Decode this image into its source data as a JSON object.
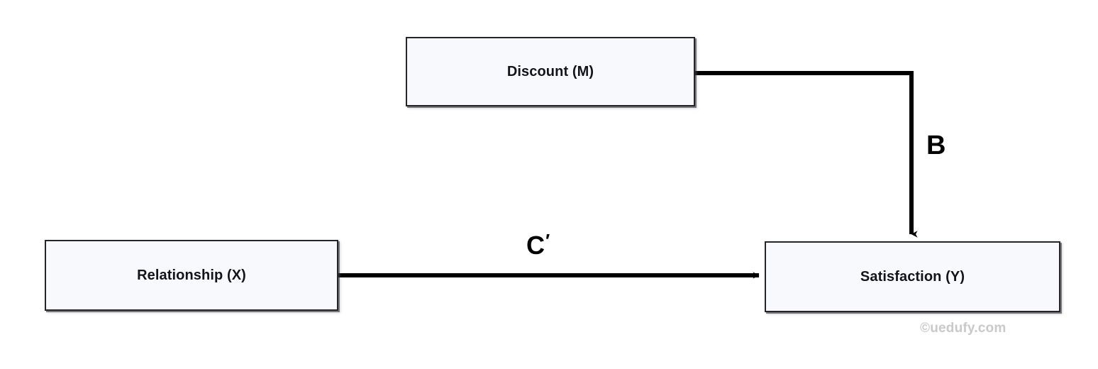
{
  "diagram": {
    "type": "moderation-path-diagram",
    "background_color": "#ffffff",
    "nodes": [
      {
        "id": "discount",
        "label": "Discount (M)",
        "role": "moderator"
      },
      {
        "id": "relationship",
        "label": "Relationship (X)",
        "role": "independent-variable"
      },
      {
        "id": "satisfaction",
        "label": "Satisfaction (Y)",
        "role": "dependent-variable"
      }
    ],
    "edges": [
      {
        "id": "edge-b",
        "label": "B",
        "from": "discount",
        "to": "satisfaction",
        "style": "elbow",
        "arrowhead": "filled-triangle"
      },
      {
        "id": "edge-cprime",
        "label": "C",
        "label_prime": "′",
        "label_full": "C′",
        "from": "relationship",
        "to": "satisfaction",
        "style": "straight",
        "arrowhead": "filled-triangle"
      }
    ],
    "colors": {
      "node_fill": "#f7f9fd",
      "node_border": "#24242a",
      "line": "#000000",
      "text": "#12141a",
      "watermark": "#c9c9c9"
    }
  },
  "watermark": {
    "text": "©uedufy.com"
  }
}
